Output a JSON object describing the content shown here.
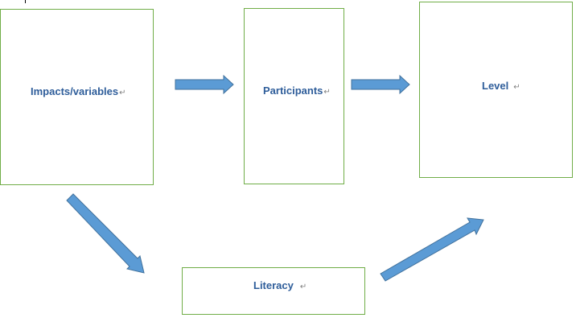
{
  "nodes": {
    "impacts": {
      "label": "Impacts/variables",
      "mark": "↵"
    },
    "participants": {
      "label": "Participants",
      "mark": "↵"
    },
    "level": {
      "label": "Level",
      "mark": "↵"
    },
    "literacy": {
      "label": "Literacy",
      "mark": "↵"
    }
  },
  "colors": {
    "box_border": "#70ad47",
    "arrow_fill": "#5b9bd5",
    "arrow_stroke": "#41719c",
    "label_text": "#2e5d9a"
  }
}
